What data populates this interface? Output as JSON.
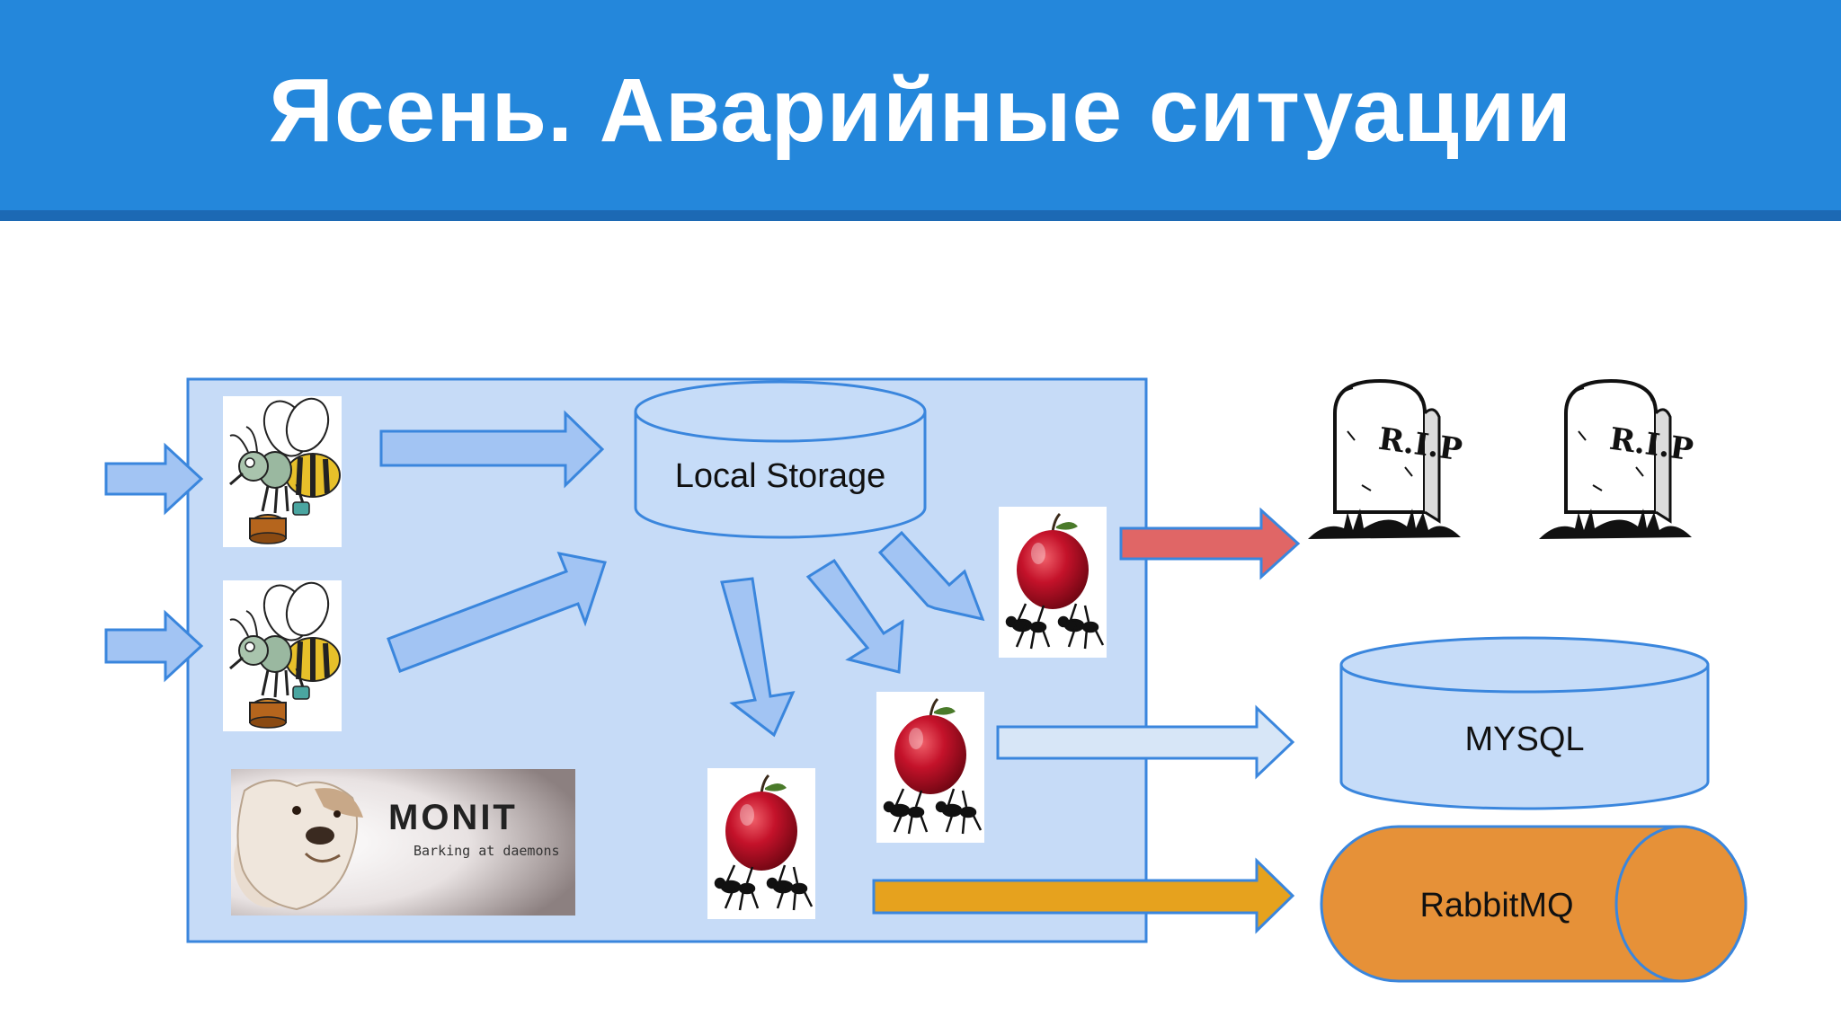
{
  "slide": {
    "title": "Ясень. Аварийные ситуации"
  },
  "nodes": {
    "local_storage": "Local Storage",
    "mysql": "MYSQL",
    "rabbitmq": "RabbitMQ"
  },
  "monit": {
    "title": "MONIT",
    "subtitle": "Barking at daemons"
  },
  "tombstones": {
    "left": "R.I.P",
    "right": "R.I.P"
  },
  "colors": {
    "header": "#2487db",
    "header_border": "#1c69b4",
    "panel_fill": "#c6dbf7",
    "panel_stroke": "#3a86dd",
    "arrow_fill": "#a2c4f3",
    "arrow_stroke": "#3a86dd",
    "arrow_red": "#e06666",
    "arrow_light": "#d7e6f7",
    "arrow_orange": "#e6a21e",
    "rabbit_fill": "#e69138",
    "db_fill": "#c6dcf8"
  },
  "icons": {
    "producer_1": "bee-carrying-honey-icon",
    "producer_2": "bee-carrying-honey-icon",
    "monit_logo": "bulldog-logo-icon",
    "worker_top": "ants-carrying-apple-icon",
    "worker_mid": "ants-carrying-apple-icon",
    "worker_bottom": "ants-carrying-apple-icon",
    "dead_1": "tombstone-icon",
    "dead_2": "tombstone-icon"
  }
}
